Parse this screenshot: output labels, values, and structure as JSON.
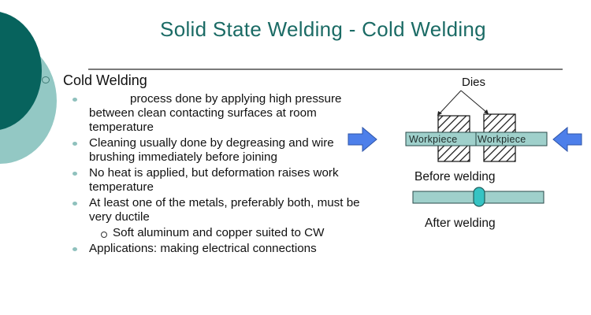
{
  "slide": {
    "title": "Solid State Welding - Cold Welding",
    "heading": "Cold Welding",
    "bullets": [
      {
        "text": "process done by applying high pressure between clean contacting surfaces at room temperature",
        "leading_blank": true
      },
      {
        "text": "Cleaning usually done by degreasing and wire brushing immediately before joining"
      },
      {
        "text": "No heat is applied, but deformation raises work temperature"
      },
      {
        "text": "At least one of the metals, preferably both, must be very ductile"
      }
    ],
    "sub_bullets": [
      {
        "text": "Soft aluminum and copper suited to CW"
      }
    ],
    "last_bullet": {
      "text": "Applications: making electrical connections"
    },
    "colors": {
      "title": "#1b6b65",
      "circle_dark": "#07635d",
      "circle_light": "#93c8c4",
      "workpiece_fill": "#9fd0cb",
      "weld_fill": "#35c3c3",
      "arrow_fill": "#4d7fea"
    }
  },
  "diagram": {
    "dies_label": "Dies",
    "workpiece_left": "Workpiece",
    "workpiece_right": "Workpiece",
    "before_label": "Before welding",
    "after_label": "After welding",
    "icons": [
      "arrow-right-icon",
      "arrow-left-icon"
    ]
  }
}
